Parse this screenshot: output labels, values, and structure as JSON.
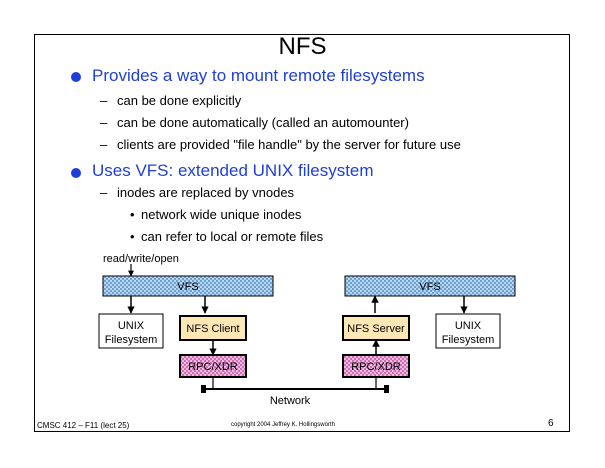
{
  "slide": {
    "title": "NFS",
    "bullets": [
      {
        "text": "Provides a way to mount remote filesystems",
        "subitems": [
          "can be done explicitly",
          "can be done automatically (called an automounter)",
          "clients are provided \"file handle\" by the server for future use"
        ]
      },
      {
        "text": "Uses VFS: extended UNIX filesystem",
        "subitems": [
          "inodes are replaced by vnodes"
        ],
        "subsubitems": [
          "network wide unique inodes",
          "can refer to local or remote files"
        ]
      }
    ],
    "dash": "–",
    "smallbullet": "•"
  },
  "diagram": {
    "rw_label": "read/write/open",
    "vfs_left": "VFS",
    "vfs_right": "VFS",
    "unix_left": [
      "UNIX",
      "Filesystem"
    ],
    "unix_right": [
      "UNIX",
      "Filesystem"
    ],
    "nfs_client": "NFS Client",
    "nfs_server": "NFS Server",
    "rpc_left": "RPC/XDR",
    "rpc_right": "RPC/XDR",
    "network": "Network",
    "colors": {
      "accent_blue": "#1f3fd6",
      "vfs_fill": "#b8d8f0",
      "nfs_fill": "#fde7b5",
      "rpc_fill": "#f2b8e0"
    }
  },
  "footer": {
    "course": "CMSC 412 – F11 (lect 25)",
    "copyright": "copyright  2004 Jeffrey K. Hollingsworth",
    "page": "6"
  }
}
